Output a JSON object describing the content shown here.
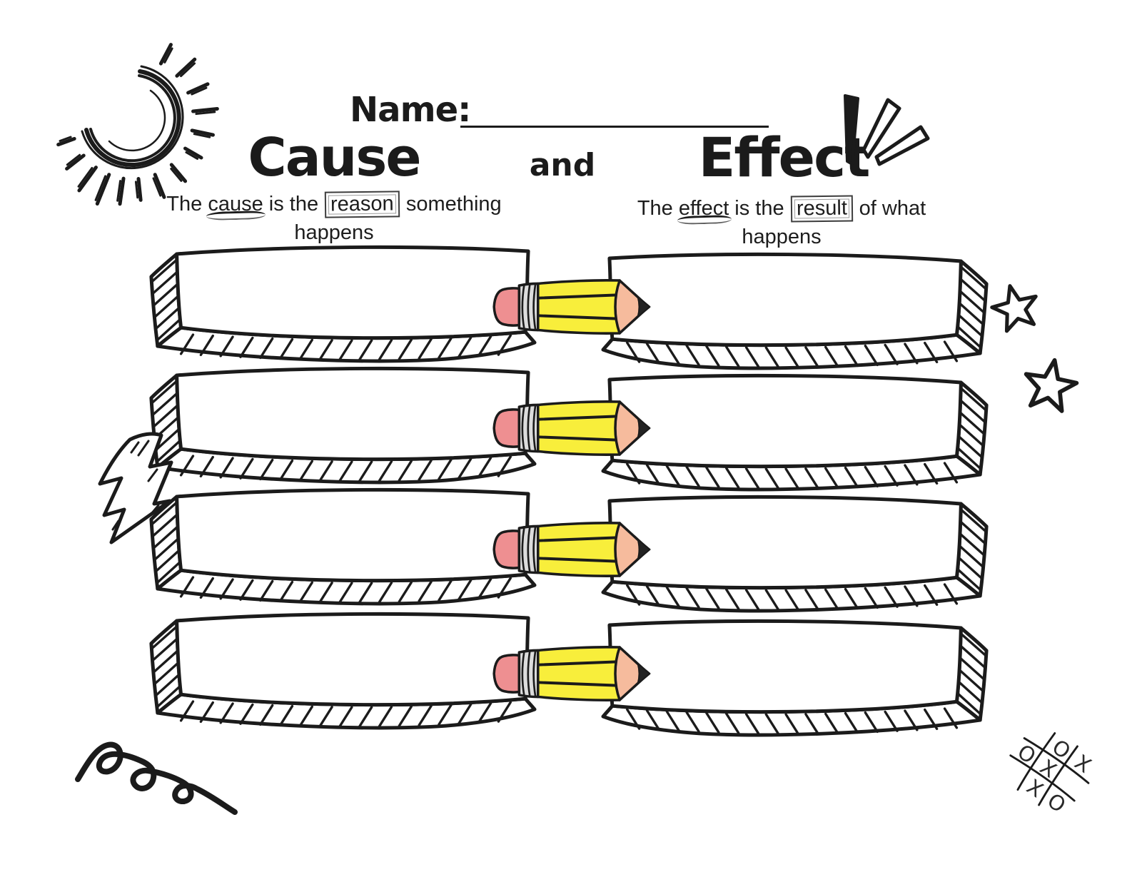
{
  "worksheet": {
    "name_label": "Name:",
    "name_value": "",
    "title_left": "Cause",
    "title_conjunction": "and",
    "title_right": "Effect",
    "cause_definition": {
      "t1": "The ",
      "underlined": "cause",
      "t2": " is the ",
      "boxed": "reason",
      "t3": " something",
      "line2": "happens"
    },
    "effect_definition": {
      "t1": "The ",
      "underlined": "effect",
      "t2": " is the ",
      "boxed": "result",
      "t3": " of what",
      "line2": "happens"
    },
    "rows": [
      {
        "index": 1,
        "cause_value": "",
        "effect_value": ""
      },
      {
        "index": 2,
        "cause_value": "",
        "effect_value": ""
      },
      {
        "index": 3,
        "cause_value": "",
        "effect_value": ""
      },
      {
        "index": 4,
        "cause_value": "",
        "effect_value": ""
      }
    ]
  },
  "doodles": {
    "sun": "sun-doodle",
    "exclamation": "exclamation-lines-doodle",
    "stars": [
      "star-doodle",
      "star-doodle"
    ],
    "lightning": "lightning-bolt-doodle",
    "scribble": "spiral-scribble-doodle",
    "pencil": "pencil-connector",
    "tic_tac_toe": {
      "marks": [
        {
          "row": 0,
          "col": 2,
          "mark": "X"
        },
        {
          "row": 0,
          "col": 1,
          "mark": "O"
        },
        {
          "row": 1,
          "col": 0,
          "mark": "O"
        },
        {
          "row": 1,
          "col": 1,
          "mark": "X"
        },
        {
          "row": 2,
          "col": 2,
          "mark": "O"
        },
        {
          "row": 2,
          "col": 1,
          "mark": "X"
        }
      ]
    }
  },
  "colors": {
    "ink": "#1b1b1b",
    "paper": "#ffffff",
    "pencil_body": "#f8ee3b",
    "pencil_eraser": "#ee8f91",
    "pencil_ferrule": "#dcdcdc",
    "pencil_wood": "#f6bb9d",
    "pencil_graphite": "#232323"
  }
}
